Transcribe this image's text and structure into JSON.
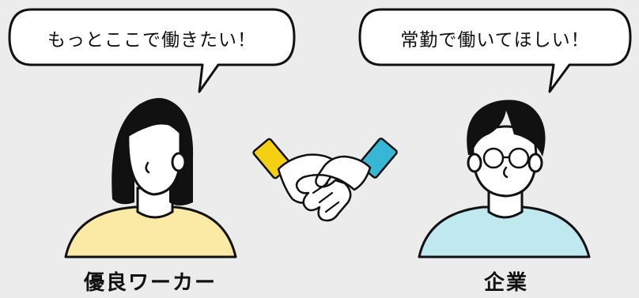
{
  "left": {
    "speech": "もっとここで働きたい！",
    "label": "優良ワーカー",
    "shirt_color": "#fbeaa6"
  },
  "right": {
    "speech": "常勤で働いてほしい！",
    "label": "企業",
    "shirt_color": "#bfe9ef"
  },
  "handshake": {
    "left_cuff_color": "#f5d012",
    "right_cuff_color": "#36b7d6"
  },
  "colors": {
    "background": "#ececec",
    "ink": "#111111",
    "skin": "#ffffff"
  }
}
